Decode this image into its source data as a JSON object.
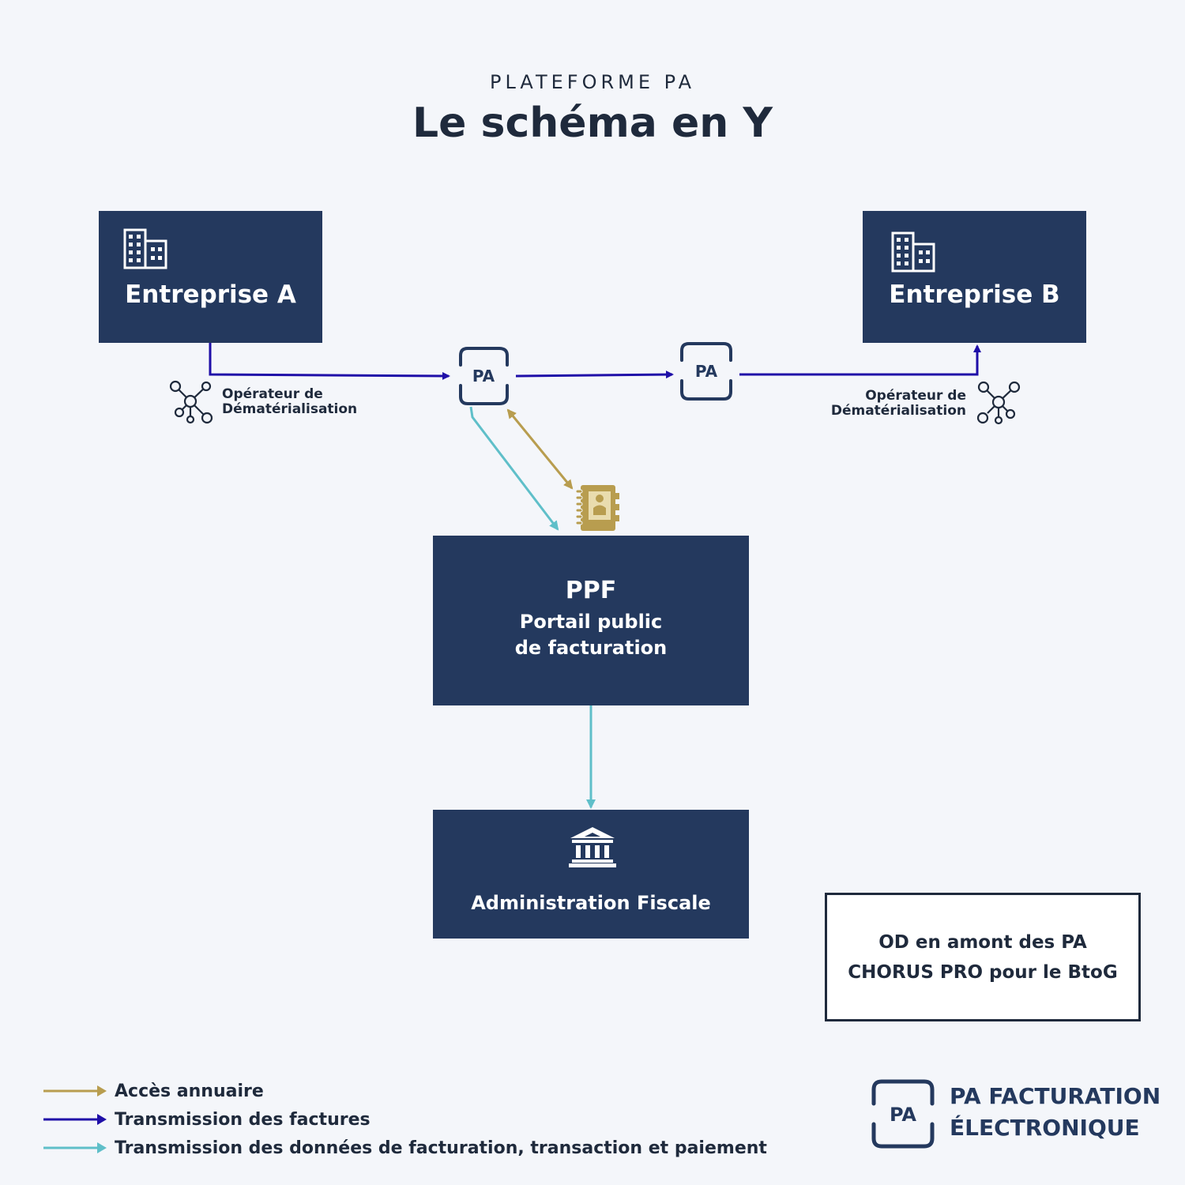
{
  "header": {
    "overline": "PLATEFORME PA",
    "title": "Le schéma en Y"
  },
  "nodes": {
    "entreprise_a": {
      "label": "Entreprise A"
    },
    "entreprise_b": {
      "label": "Entreprise B"
    },
    "pa_left": {
      "label": "PA"
    },
    "pa_right": {
      "label": "PA"
    },
    "ppf": {
      "title": "PPF",
      "line1": "Portail public",
      "line2": "de facturation"
    },
    "admin": {
      "label": "Administration Fiscale"
    }
  },
  "operators": {
    "left": {
      "line1": "Opérateur de",
      "line2": "Dématérialisation"
    },
    "right": {
      "line1": "Opérateur de",
      "line2": "Dématérialisation"
    }
  },
  "note": {
    "line1": "OD en amont des PA",
    "line2": "CHORUS PRO pour le BtoG"
  },
  "legend": [
    {
      "label": "Accès annuaire",
      "color": "#b89d4f"
    },
    {
      "label": "Transmission des factures",
      "color": "#1f0fa8"
    },
    {
      "label": "Transmission des données de facturation, transaction et paiement",
      "color": "#5fbfc9"
    }
  ],
  "brand": {
    "badge": "PA",
    "line1": "PA FACTURATION",
    "line2": "ÉLECTRONIQUE"
  },
  "icons": {
    "building": "building-icon",
    "network": "network-icon",
    "directory": "directory-book-icon",
    "institution": "bank-building-icon"
  }
}
